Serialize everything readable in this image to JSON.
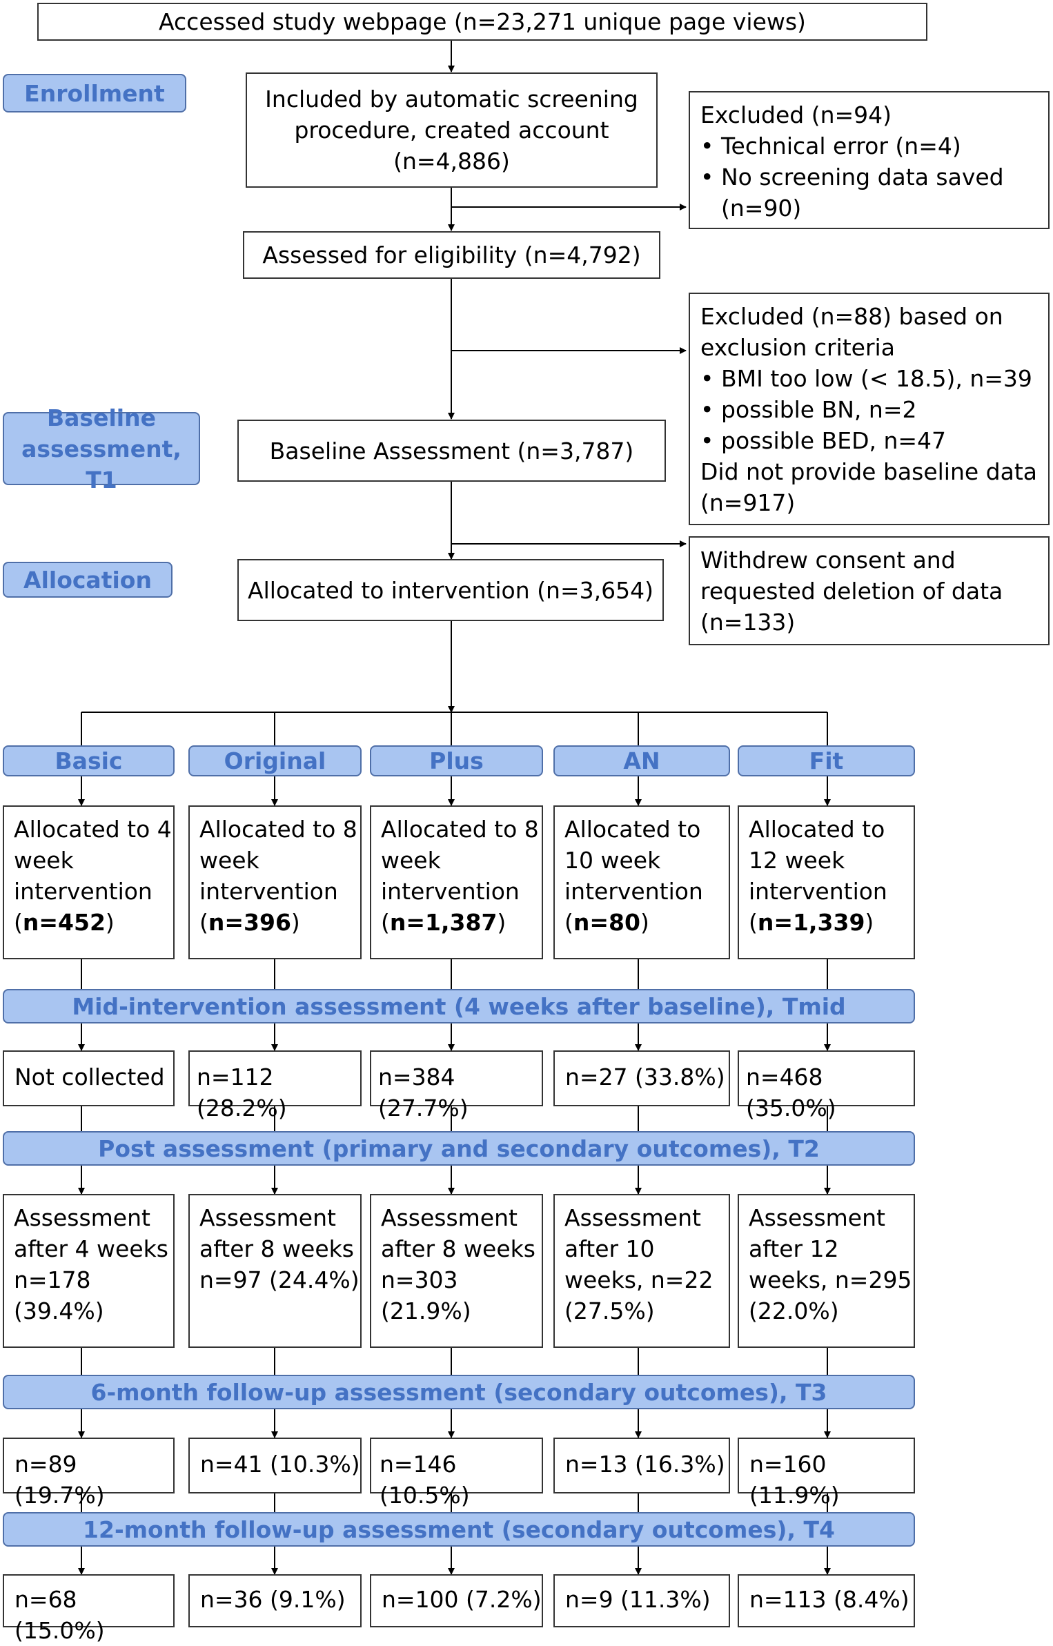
{
  "top": {
    "accessed": "Accessed study webpage (n=23,271 unique page views)"
  },
  "labels": {
    "enrollment": "Enrollment",
    "baseline": "Baseline assessment, T1",
    "allocation": "Allocation"
  },
  "flow": {
    "included": "Included by automatic screening procedure, created account (n=4,886)",
    "eligibility": "Assessed for eligibility (n=4,792)",
    "baseline_assessment": "Baseline Assessment (n=3,787)",
    "allocated": "Allocated to intervention (n=3,654)"
  },
  "excluded1": {
    "title": "Excluded (n=94)",
    "item1": "Technical error (n=4)",
    "item2_line1": "No screening data saved",
    "item2_line2": "(n=90)"
  },
  "excluded2": {
    "title": "Excluded (n=88) based on exclusion criteria",
    "item1": "BMI too low (< 18.5), n=39",
    "item2": "possible BN, n=2",
    "item3": "possible BED, n=47",
    "note": "Did not provide baseline data (n=917)"
  },
  "withdrew": "Withdrew consent and requested deletion of data (n=133)",
  "arms": [
    {
      "name": "Basic",
      "alloc_text": "Allocated to 4 week intervention",
      "n": "n=452",
      "mid": "Not collected",
      "post": "Assessment after 4 weeks n=178 (39.4%)",
      "fu6": "n=89 (19.7%)",
      "fu12": "n=68 (15.0%)"
    },
    {
      "name": "Original",
      "alloc_text": "Allocated to 8 week intervention",
      "n": "n=396",
      "mid": "n=112 (28.2%)",
      "post": "Assessment after 8 weeks n=97 (24.4%)",
      "fu6": "n=41 (10.3%)",
      "fu12": "n=36 (9.1%)"
    },
    {
      "name": "Plus",
      "alloc_text": "Allocated to 8 week intervention",
      "n": "n=1,387",
      "mid": "n=384 (27.7%)",
      "post": "Assessment after 8 weeks n=303 (21.9%)",
      "fu6": "n=146 (10.5%)",
      "fu12": "n=100 (7.2%)"
    },
    {
      "name": "AN",
      "alloc_text": "Allocated to 10 week intervention",
      "n": "n=80",
      "mid": "n=27 (33.8%)",
      "post": "Assessment after 10 weeks, n=22 (27.5%)",
      "fu6": "n=13 (16.3%)",
      "fu12": "n=9 (11.3%)"
    },
    {
      "name": "Fit",
      "alloc_text": "Allocated to 12 week intervention",
      "n": "n=1,339",
      "mid": "n=468 (35.0%)",
      "post": "Assessment after 12 weeks, n=295 (22.0%)",
      "fu6": "n=160 (11.9%)",
      "fu12": "n=113 (8.4%)"
    }
  ],
  "stages": {
    "mid": "Mid-intervention assessment (4 weeks after baseline), Tmid",
    "post": "Post assessment (primary and secondary outcomes), T2",
    "fu6": "6-month follow-up assessment  (secondary outcomes), T3",
    "fu12": "12-month follow-up assessment  (secondary outcomes), T4"
  }
}
